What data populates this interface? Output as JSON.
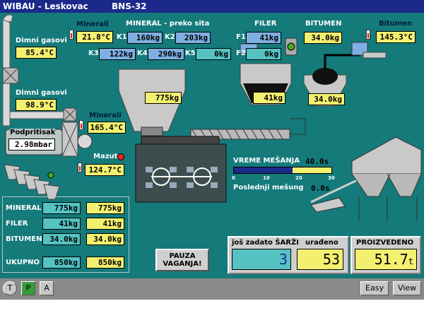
{
  "header": {
    "title": "WIBAU - Leskovac",
    "subtitle": "BNS-32"
  },
  "process": {
    "minerali_label": "Minerali",
    "minerali_temp": "21.8°C",
    "dimni1_label": "Dimni gasovi",
    "dimni1_temp": "85.4°C",
    "dimni2_label": "Dimni gasovi",
    "dimni2_temp": "98.9°C",
    "minerali2_label": "Minerali",
    "minerali2_temp": "165.4°C",
    "podpritisak_label": "Podpritisak",
    "podpritisak_value": "2.98mbar",
    "mazut_label": "Mazut",
    "mazut_temp": "124.7°C",
    "mineral_title": "MINERAL - preko sita",
    "k1_label": "K1",
    "k1_value": "160kg",
    "k2_label": "K2",
    "k2_value": "203kg",
    "k3_label": "K3",
    "k3_value": "122kg",
    "k4_label": "K4",
    "k4_value": "290kg",
    "k5_label": "K5",
    "k5_value": "0kg",
    "mineral_hopper_value": "775kg",
    "filer_title": "FILER",
    "f1_label": "F1",
    "f1_value": "41kg",
    "f2_label": "F2",
    "f2_value": "0kg",
    "filer_hopper_value": "41kg",
    "bitumen_title": "BITUMEN",
    "bitumen_value": "34.0kg",
    "bitumen_hopper_value": "34.0kg",
    "bitumen_temp_label": "Bitumen",
    "bitumen_temp": "145.3°C"
  },
  "mixing": {
    "vreme_label": "VREME MEŠANJA",
    "vreme_value": "40.0s",
    "progress_fraction": 0.6,
    "scale_ticks": [
      "0",
      "10",
      "20",
      "30"
    ],
    "poslednji_label": "Poslednji mešung",
    "poslednji_value": "0.0s"
  },
  "summary": {
    "rows": [
      {
        "label": "MINERAL",
        "set": "775kg",
        "actual": "775kg"
      },
      {
        "label": "FILER",
        "set": "41kg",
        "actual": "41kg"
      },
      {
        "label": "BITUMEN",
        "set": "34.0kg",
        "actual": "34.0kg"
      }
    ],
    "total_label": "UKUPNO",
    "total_set": "850kg",
    "total_actual": "850kg"
  },
  "controls": {
    "pause_line1": "PAUZA",
    "pause_line2": "VAGANJA!"
  },
  "batch": {
    "zadato_label": "još zadato ŠARŽI",
    "zadato_value": "3",
    "uradjeno_label": "urađeno",
    "uradjeno_value": "53",
    "proizvedeno_label": "PROIZVEDENO",
    "proizvedeno_value": "51.7",
    "proizvedeno_unit": "t"
  },
  "statusbar": {
    "t_label": "T",
    "p_label": "P",
    "a_label": "A",
    "easy_label": "Easy",
    "view_label": "View"
  }
}
